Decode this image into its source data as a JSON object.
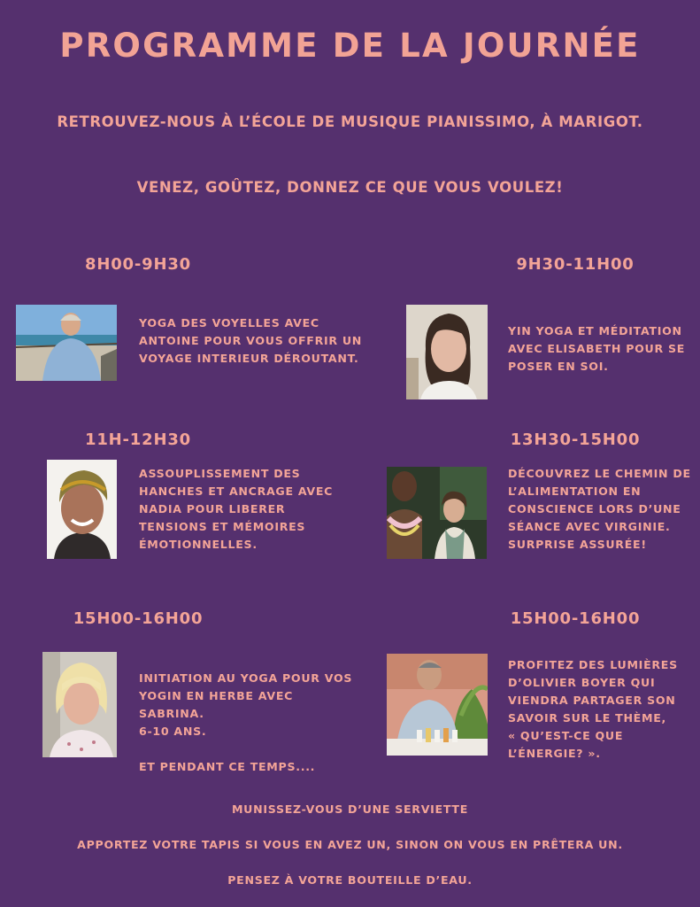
{
  "header": {
    "title": "PROGRAMME DE LA JOURNÉE",
    "location": "RETROUVEZ-NOUS À L’ÉCOLE DE MUSIQUE PIANISSIMO, À MARIGOT.",
    "invitation": "VENEZ, GOÛTEZ, DONNEZ CE QUE VOUS VOULEZ!"
  },
  "sessions": [
    {
      "time": "8H00-9H30",
      "text": "YOGA DES VOYELLES AVEC\nANTOINE POUR VOUS OFFRIR UN\nVOYAGE INTERIEUR DÉROUTANT.",
      "photo": "antoine-photo"
    },
    {
      "time": "9H30-11H00",
      "text": "YIN YOGA ET MÉDITATION\nAVEC ELISABETH POUR SE\nPOSER EN SOI.",
      "photo": "elisabeth-photo"
    },
    {
      "time": "11H-12H30",
      "text": "ASSOUPLISSEMENT DES\nHANCHES ET ANCRAGE AVEC\nNADIA POUR LIBERER\nTENSIONS ET MÉMOIRES\nÉMOTIONNELLES.",
      "photo": "nadia-photo"
    },
    {
      "time": "13H30-15H00",
      "text": "DÉCOUVREZ LE CHEMIN DE\nL’ALIMENTATION EN\nCONSCIENCE LORS D’UNE\nSÉANCE AVEC VIRGINIE.\nSURPRISE ASSURÉE!",
      "photo": "virginie-photo"
    },
    {
      "time": "15H00-16H00",
      "text": "INITIATION AU YOGA POUR VOS\nYOGIN EN HERBE AVEC SABRINA.\n6-10 ANS.\n\nET PENDANT CE TEMPS....",
      "photo": "sabrina-photo"
    },
    {
      "time": "15H00-16H00",
      "text": "PROFITEZ DES LUMIÈRES\nD’OLIVIER BOYER QUI\nVIENDRA PARTAGER SON\nSAVOIR SUR LE THÈME,\n« QU’EST-CE QUE\nL’ÉNERGIE? ».",
      "photo": "olivier-photo"
    }
  ],
  "footer": {
    "line1": "MUNISSEZ-VOUS D’UNE SERVIETTE",
    "line2": "APPORTEZ VOTRE TAPIS SI VOUS EN AVEZ UN, SINON ON VOUS EN PRÊTERA UN.",
    "line3": "PENSEZ À VOTRE BOUTEILLE D’EAU."
  },
  "colors": {
    "background": "#55306e",
    "text": "#f3a497"
  }
}
